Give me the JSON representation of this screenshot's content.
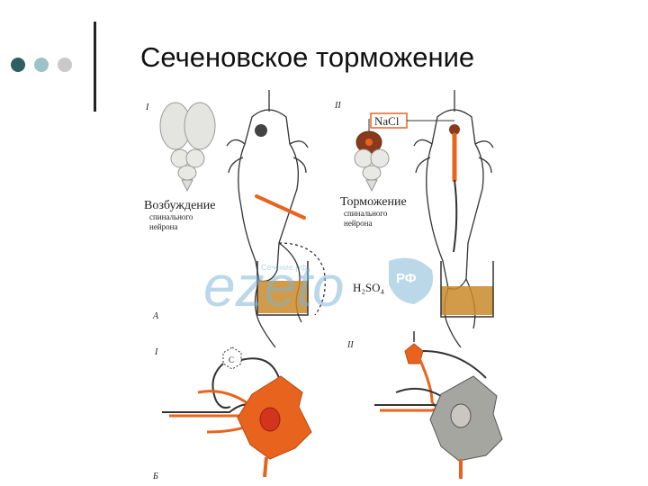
{
  "slide": {
    "title": "Сеченовское торможение",
    "dot_colors": [
      "#2d5f63",
      "#9cc3c6",
      "#c9c9c9"
    ],
    "accent_line_color": "#222222"
  },
  "figure": {
    "top": {
      "roman_left": "I",
      "roman_right": "II",
      "salt_label": "NaCl",
      "left_caption": [
        "Возбуждение",
        "спинального",
        "нейрона"
      ],
      "right_caption": [
        "Торможение",
        "спинального",
        "нейрона"
      ],
      "acid_label": "H₂SO₄",
      "panel_letter": "А"
    },
    "bottom": {
      "roman_left": "I",
      "roman_right": "II",
      "neuron_label": "С",
      "panel_letter": "Б"
    },
    "colors": {
      "orange": "#e8641e",
      "liquid": "#c98a2a",
      "gray_cell": "#a6a6a0",
      "nucleus_red": "#d3341d"
    }
  },
  "watermark": {
    "text": "ezeto",
    "rf": "РФ",
    "site": "Сечение.рф"
  }
}
